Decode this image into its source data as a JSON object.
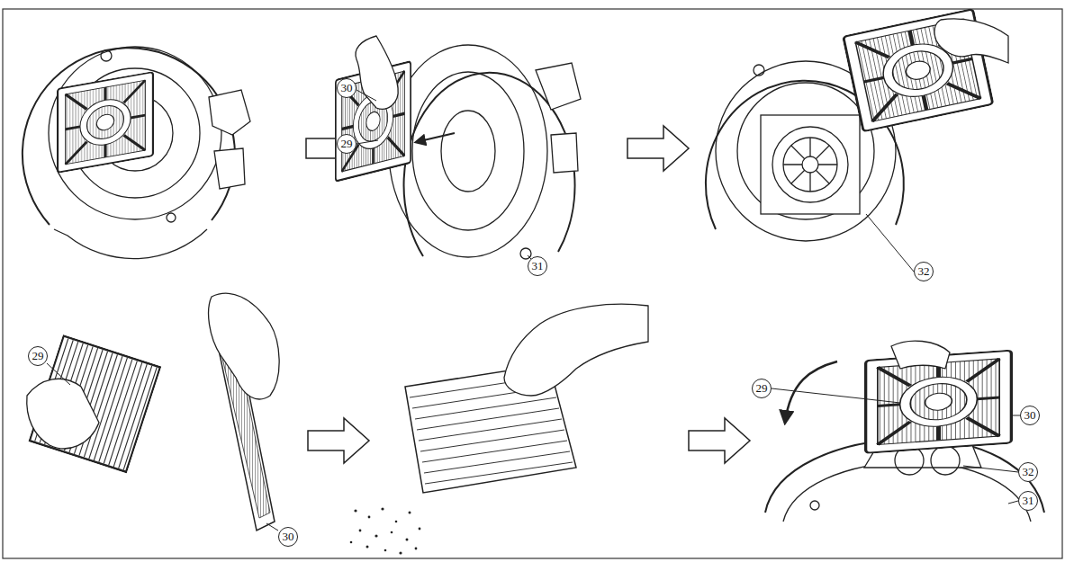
{
  "diagram": {
    "labels": [
      "30",
      "29",
      "31",
      "32",
      "29",
      "30",
      "29",
      "30",
      "32",
      "31"
    ]
  }
}
